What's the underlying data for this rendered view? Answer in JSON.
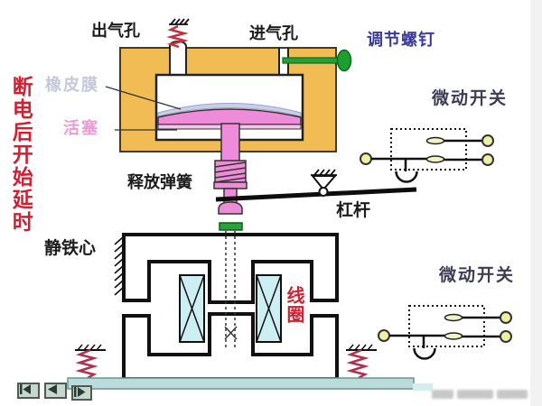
{
  "labels": {
    "delay_note": "断电后开始延时",
    "outlet_port": "出气孔",
    "inlet_port": "进气孔",
    "adjusting_screw": "调节螺钉",
    "micro_switch_upper": "微动开关",
    "micro_switch_lower": "微动开关",
    "rubber_membrane": "橡皮膜",
    "piston": "活塞",
    "release_spring": "释放弹簧",
    "lever": "杠杆",
    "static_iron_core": "静铁心",
    "coil": "线圈"
  },
  "colors": {
    "chamber_body_orange": "#f2bc55",
    "piston_pink": "#ee8cda",
    "membrane_blue": "#c9cfe8",
    "coil_cyan": "#cdeef2",
    "screw_green": "#24a136",
    "terminal_yellow": "#eef0a2",
    "contact_blade_yellow": "#f2f2c8",
    "spring_red": "#b03050",
    "base_cyan": "#bcdcdc",
    "label_red": "#cc2233",
    "label_blue": "#3a3a99",
    "label_navy": "#3c3c55",
    "label_pink": "#ee9ad4",
    "label_grey": "#c4c8d8"
  },
  "media_controls": {
    "skip_start_glyph": "⏮",
    "step_back_glyph": "◀",
    "play_glyph": "▶"
  }
}
